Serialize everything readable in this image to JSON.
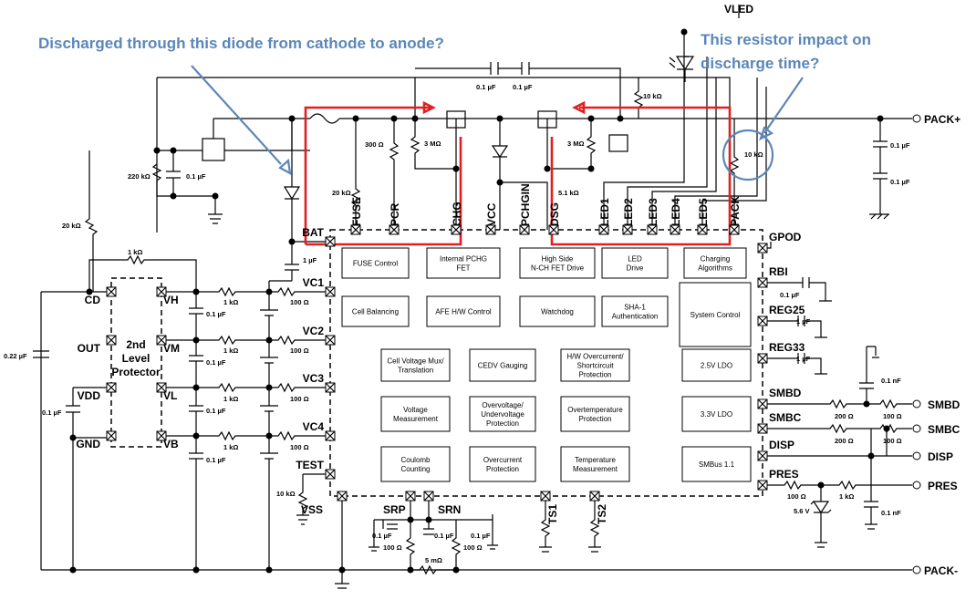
{
  "annotations": {
    "diode_question": "Discharged  through this diode from cathode to anode?",
    "resistor_question_line1": "This resistor  impact on",
    "resistor_question_line2": "discharge time?"
  },
  "colors": {
    "annotation": "#5b87b8",
    "highlight": "#e02020"
  },
  "rails": {
    "vled": "VLED",
    "pack_plus": "PACK+",
    "pack_minus": "PACK-"
  },
  "top_pins": [
    "FUSE",
    "PCR",
    "CHG",
    "VCC",
    "PCHGIN",
    "DSG",
    "LED1",
    "LED2",
    "LED3",
    "LED4",
    "LED5",
    "PACK"
  ],
  "left_pins": [
    "BAT",
    "VC1",
    "VC2",
    "VC3",
    "VC4",
    "TEST",
    "VSS"
  ],
  "bottom_pins": [
    "SRP",
    "SRN",
    "TS1",
    "TS2"
  ],
  "right_pins": [
    "GPOD",
    "RBI",
    "REG25",
    "REG33",
    "SMBD",
    "SMBC",
    "DISP",
    "PRES"
  ],
  "protector": {
    "title_top": "2nd",
    "title_mid": "Level",
    "title_bot": "Protector",
    "left_pins": [
      "CD",
      "OUT",
      "VDD",
      "GND"
    ],
    "right_pins": [
      "VH",
      "VM",
      "VL",
      "VB"
    ]
  },
  "blocks": [
    [
      "FUSE Control"
    ],
    [
      "Internal PCHG",
      "FET"
    ],
    [
      "High Side",
      "N-CH FET Drive"
    ],
    [
      "LED",
      "Drive"
    ],
    [
      "Charging",
      "Algorithms"
    ],
    [
      "Cell Balancing"
    ],
    [
      "AFE H/W Control"
    ],
    [
      "Watchdog"
    ],
    [
      "SHA-1",
      "Authentication"
    ],
    [
      "System Control"
    ],
    [
      "Cell Voltage Mux/",
      "Translation"
    ],
    [
      "CEDV Gauging"
    ],
    [
      "H/W Overcurrent/",
      "Shortcircuit",
      "Protection"
    ],
    [
      "2.5V LDO"
    ],
    [
      "Voltage",
      "Measurement"
    ],
    [
      "Overvoltage/",
      "Undervoltage",
      "Protection"
    ],
    [
      "Overtemperature",
      "Protection"
    ],
    [
      "3.3V LDO"
    ],
    [
      "Coulomb",
      "Counting"
    ],
    [
      "Overcurrent",
      "Protection"
    ],
    [
      "Temperature",
      "Measurement"
    ],
    [
      "SMBus 1.1"
    ]
  ],
  "components": {
    "cap_01uF": "0.1 µF",
    "cap_1uF": "1 µF",
    "cap_022uF": "0.22 µF",
    "cap_01nF": "0.1 nF",
    "r_10k": "10 kΩ",
    "r_220k": "220 kΩ",
    "r_20k": "20 kΩ",
    "r_1k": "1 kΩ",
    "r_100": "100 Ω",
    "r_300": "300 Ω",
    "r_3M": "3 MΩ",
    "r_51k": "5.1 kΩ",
    "r_200": "200 Ω",
    "r_5m": "5 mΩ",
    "zener": "5.6 V"
  },
  "connectors": {
    "smbd": "SMBD",
    "smbc": "SMBC",
    "disp": "DISP",
    "pres": "PRES"
  }
}
